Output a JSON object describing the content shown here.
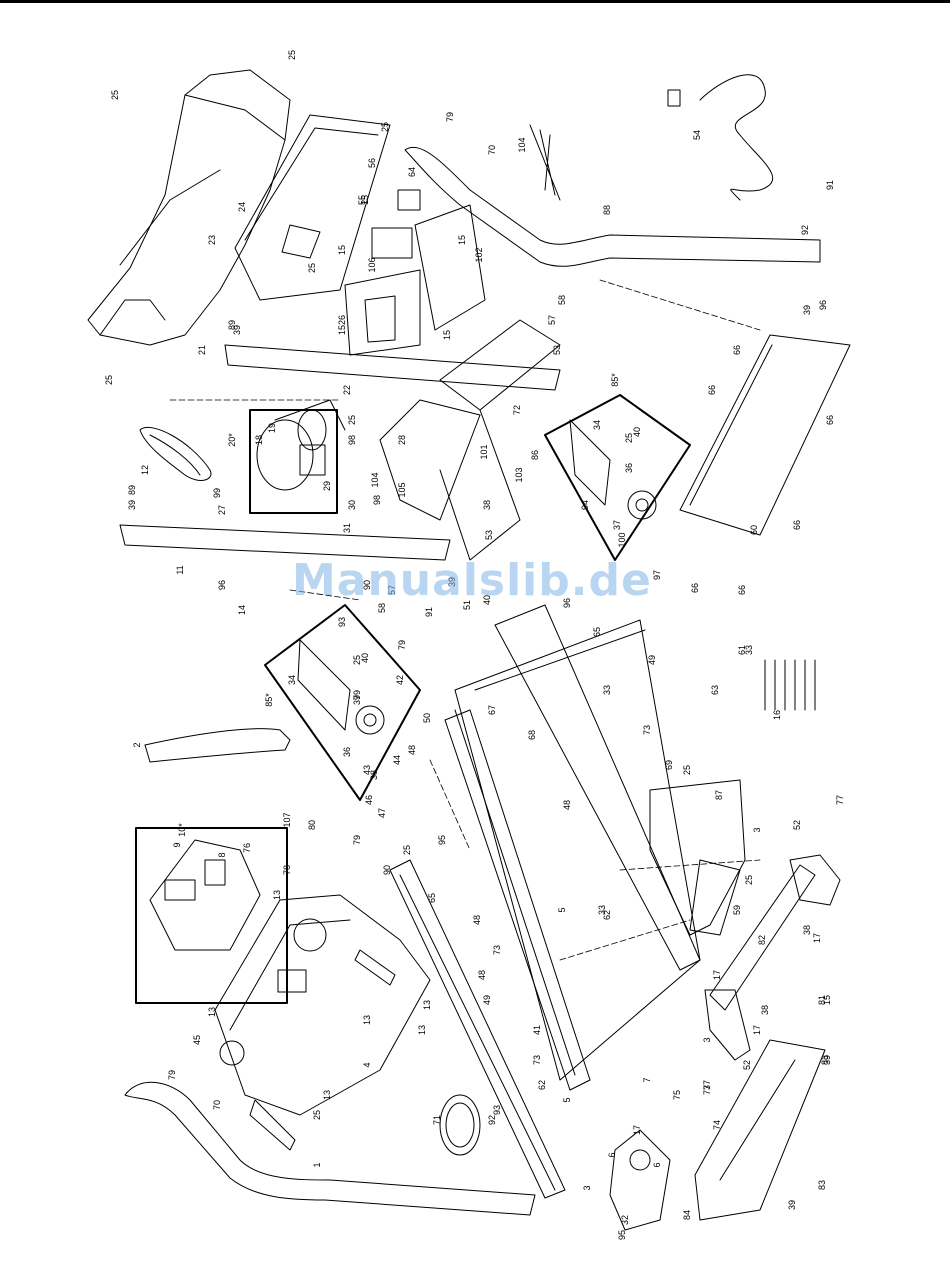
{
  "watermark": "Manualslib.de",
  "labels": [
    "1",
    "2",
    "3",
    "3",
    "3",
    "4",
    "5",
    "5",
    "6",
    "6",
    "7",
    "8",
    "9",
    "10*",
    "11",
    "12",
    "13",
    "13",
    "13",
    "13",
    "13",
    "13",
    "14",
    "15",
    "15",
    "15",
    "15",
    "15",
    "15",
    "16",
    "17",
    "17",
    "17",
    "17",
    "18",
    "19",
    "20*",
    "21",
    "22",
    "23",
    "24",
    "25",
    "25",
    "25",
    "25",
    "25",
    "25",
    "25",
    "25",
    "25",
    "25",
    "25",
    "25",
    "26",
    "27",
    "28",
    "29",
    "30",
    "31",
    "32",
    "33",
    "33",
    "33",
    "34",
    "34",
    "36",
    "36",
    "37",
    "37",
    "38",
    "38",
    "38",
    "38",
    "39",
    "39",
    "39",
    "39",
    "39",
    "39",
    "40",
    "40",
    "40",
    "41",
    "42",
    "43",
    "44",
    "45",
    "46",
    "47",
    "48",
    "48",
    "48",
    "48",
    "49",
    "49",
    "50",
    "51",
    "52",
    "52",
    "53",
    "53",
    "54",
    "55",
    "56",
    "57",
    "57",
    "58",
    "58",
    "59",
    "60",
    "61",
    "62",
    "62",
    "63",
    "64",
    "65",
    "65",
    "66",
    "66",
    "66",
    "66",
    "66",
    "66",
    "67",
    "68",
    "69",
    "70",
    "70",
    "71",
    "72",
    "73",
    "73",
    "73",
    "73",
    "74",
    "75",
    "76",
    "77",
    "77",
    "78",
    "79",
    "79",
    "79",
    "79",
    "80",
    "81",
    "82",
    "83",
    "83",
    "84",
    "85*",
    "85*",
    "86",
    "87",
    "88",
    "89",
    "89",
    "90",
    "90",
    "91",
    "91",
    "92",
    "92",
    "93",
    "93",
    "94",
    "95",
    "95",
    "96",
    "96",
    "96",
    "97",
    "98",
    "98",
    "99",
    "99",
    "100",
    "101",
    "102",
    "103",
    "104",
    "104",
    "105",
    "106",
    "107"
  ]
}
